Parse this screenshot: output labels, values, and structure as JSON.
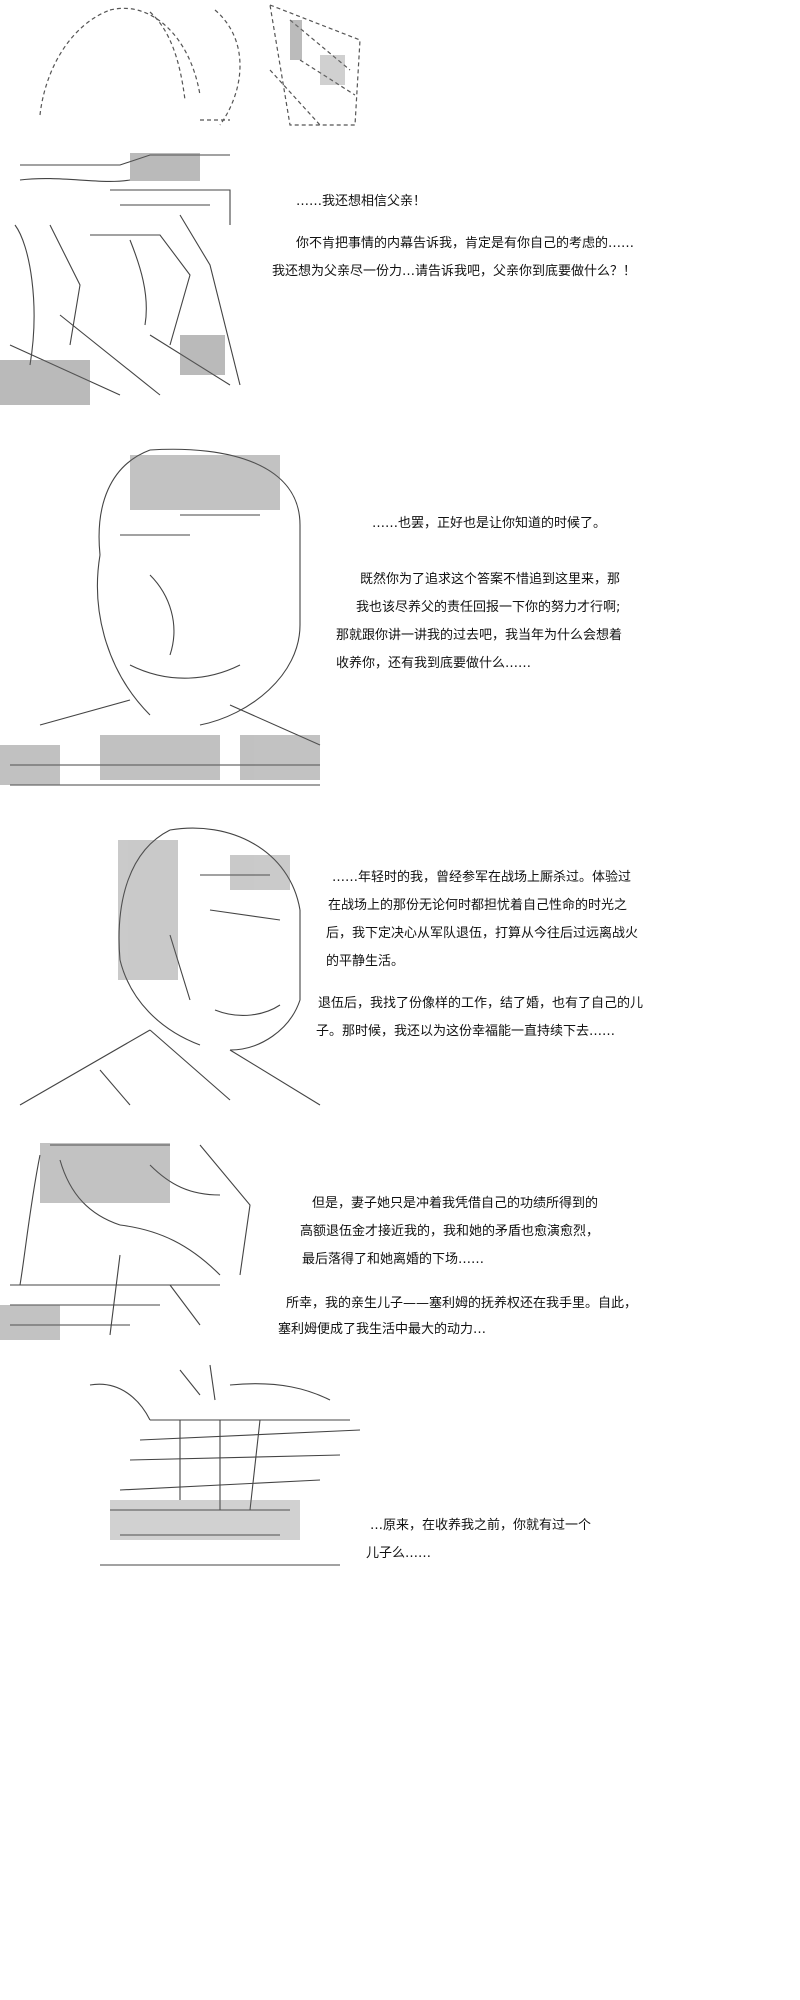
{
  "panels": [
    {
      "lines": []
    },
    {
      "lines": [
        "……我还想相信父亲！",
        "你不肯把事情的内幕告诉我，肯定是有你自己的考虑的……",
        "我还想为父亲尽一份力…请告诉我吧，父亲你到底要做什么？！"
      ]
    },
    {
      "lines": [
        "……也罢，正好也是让你知道的时候了。",
        "既然你为了追求这个答案不惜追到这里来，那",
        "我也该尽养父的责任回报一下你的努力才行啊;",
        "那就跟你讲一讲我的过去吧，我当年为什么会想着",
        "收养你，还有我到底要做什么……"
      ]
    },
    {
      "lines": [
        "……年轻时的我，曾经参军在战场上厮杀过。体验过",
        "在战场上的那份无论何时都担忧着自己性命的时光之",
        "后，我下定决心从军队退伍，打算从今往后过远离战火",
        "的平静生活。",
        "退伍后，我找了份像样的工作，结了婚，也有了自己的儿",
        "子。那时候，我还以为这份幸福能一直持续下去……"
      ]
    },
    {
      "lines": [
        "但是，妻子她只是冲着我凭借自己的功绩所得到的",
        "高额退伍金才接近我的，我和她的矛盾也愈演愈烈，",
        "最后落得了和她离婚的下场……",
        "所幸，我的亲生儿子——塞利姆的抚养权还在我手里。自此，",
        "塞利姆便成了我生活中最大的动力…"
      ]
    },
    {
      "lines": [
        "…原来，在收养我之前，你就有过一个",
        "儿子么……"
      ]
    }
  ]
}
